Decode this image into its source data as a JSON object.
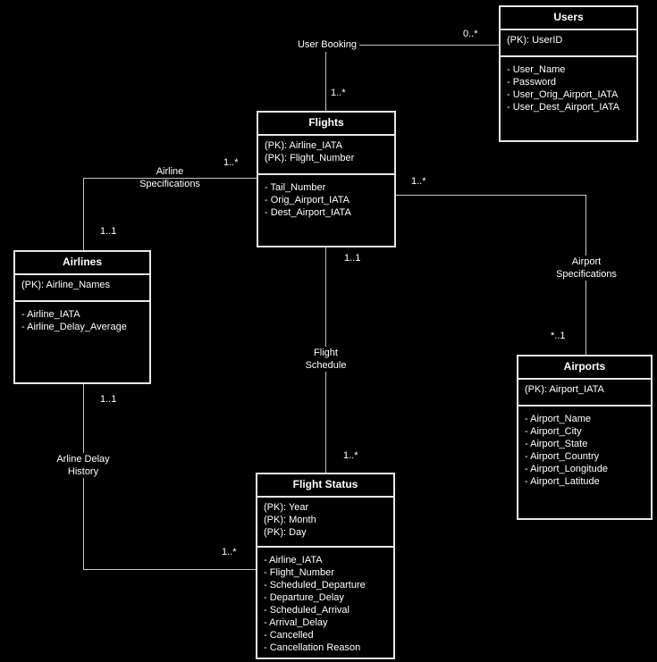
{
  "diagram": {
    "entities": [
      {
        "title": "Users",
        "pks": [
          "(PK): UserID"
        ],
        "attributes": [
          "- User_Name",
          "- Password",
          "- User_Orig_Airport_IATA",
          "- User_Dest_Airport_IATA"
        ]
      },
      {
        "title": "Flights",
        "pks": [
          "(PK): Airline_IATA",
          "(PK): Flight_Number"
        ],
        "attributes": [
          "- Tail_Number",
          "- Orig_Airport_IATA",
          "- Dest_Airport_IATA"
        ]
      },
      {
        "title": "Airlines",
        "pks": [
          "(PK): Airline_Names"
        ],
        "attributes": [
          "- Airline_IATA",
          "- Airline_Delay_Average"
        ]
      },
      {
        "title": "Airports",
        "pks": [
          "(PK): Airport_IATA"
        ],
        "attributes": [
          "- Airport_Name",
          "- Airport_City",
          "- Airport_State",
          "- Airport_Country",
          "- Airport_Longitude",
          "- Airport_Latitude"
        ]
      },
      {
        "title": "Flight Status",
        "pks": [
          "(PK): Year",
          "(PK): Month",
          "(PK): Day"
        ],
        "attributes": [
          "- Airline_IATA",
          "- Flight_Number",
          "- Scheduled_Departure",
          "- Departure_Delay",
          "- Scheduled_Arrival",
          "- Arrival_Delay",
          "- Cancelled",
          "- Cancellation Reason"
        ]
      }
    ],
    "relationships": {
      "user_booking": {
        "label": "User Booking",
        "card_users": "0..*",
        "card_flights": "1..*"
      },
      "airline_specifications": {
        "line1": "Airline",
        "line2": "Specifications",
        "card_flights": "1..*",
        "card_airlines": "1..1"
      },
      "airport_specifications": {
        "line1": "Airport",
        "line2": "Specifications",
        "card_flights": "1..*",
        "card_airports": "*..1"
      },
      "flight_schedule": {
        "line1": "Flight",
        "line2": "Schedule",
        "card_flights": "1..1",
        "card_status": "1..*"
      },
      "airline_delay_history": {
        "line1": "Arline Delay",
        "line2": "History",
        "card_airlines": "1..1",
        "card_status": "1..*"
      }
    },
    "colors": {
      "background": "#000000",
      "box_border": "#e8e8e8",
      "connector_line": "#c4c4c4",
      "text": "#ffffff"
    }
  }
}
